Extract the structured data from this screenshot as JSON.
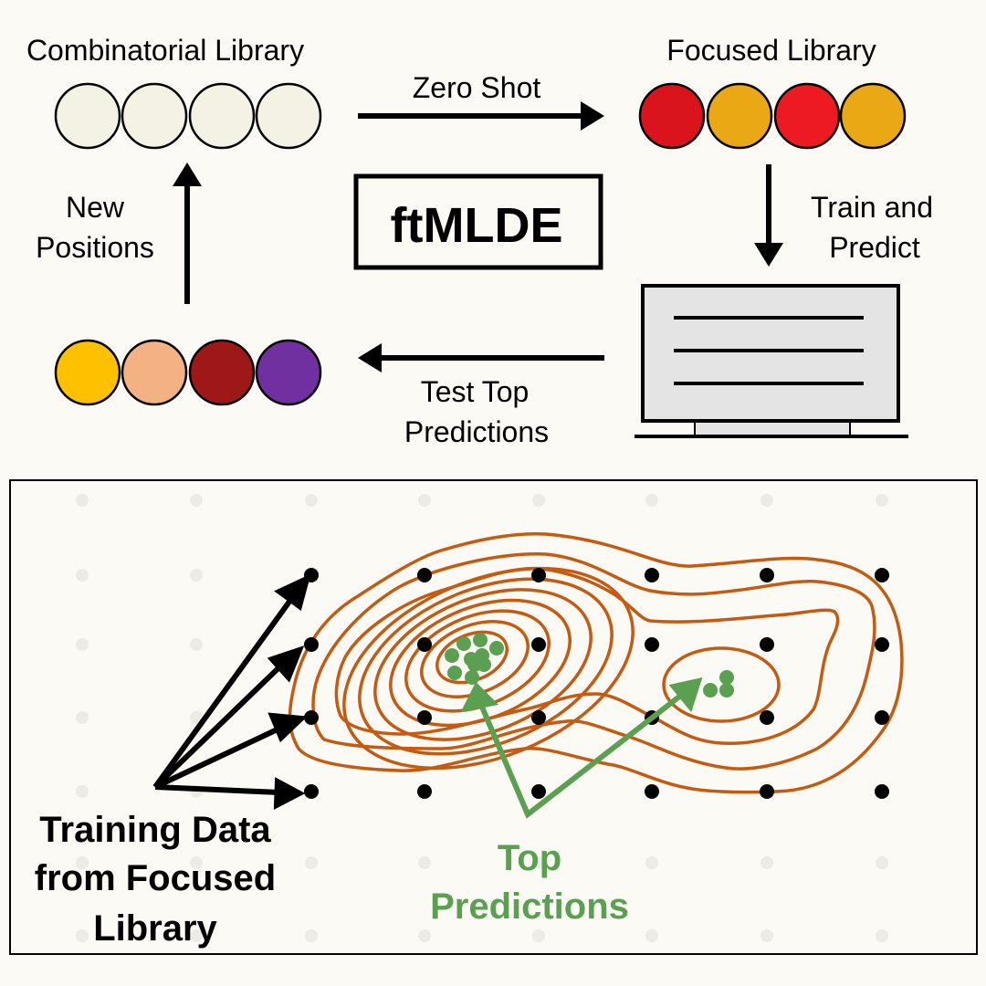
{
  "top": {
    "combinatorial_label": "Combinatorial Library",
    "focused_label": "Focused Library",
    "zero_shot_label": "Zero Shot",
    "train_predict_line1": "Train and",
    "train_predict_line2": "Predict",
    "test_top_line1": "Test Top",
    "test_top_line2": "Predictions",
    "new_positions_line1": "New",
    "new_positions_line2": "Positions",
    "title": "ftMLDE",
    "combinatorial_colors": [
      "#f3f2e4",
      "#f3f2e4",
      "#f3f2e4",
      "#f3f2e4"
    ],
    "focused_colors": [
      "#d9141c",
      "#e9a814",
      "#ee1a22",
      "#e9a814"
    ],
    "new_colors": [
      "#ffc000",
      "#f4b183",
      "#9e1818",
      "#7030a0"
    ]
  },
  "bottom": {
    "training_line1": "Training Data",
    "training_line2": "from Focused",
    "training_line3": "Library",
    "top_pred_line1": "Top",
    "top_pred_line2": "Predictions",
    "contour_color": "#c55a11",
    "prediction_color": "#5aa050"
  }
}
